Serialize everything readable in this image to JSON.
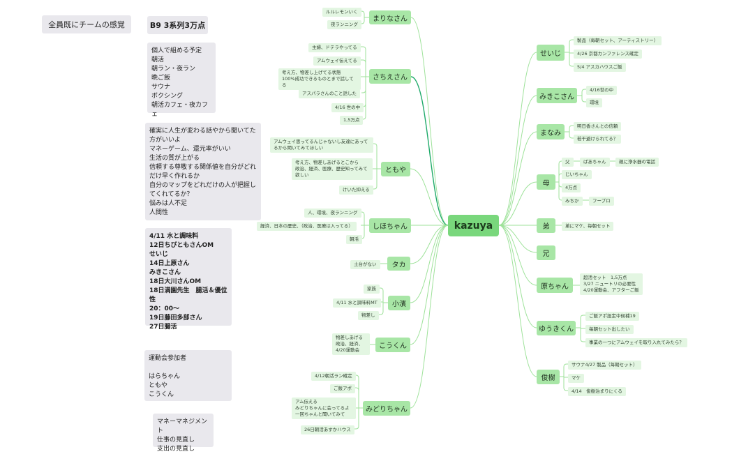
{
  "labels": {
    "title1": "全員既にチームの感覚",
    "title2": "B9 3系列3万点",
    "root": "kazuya"
  },
  "notes": [
    [
      "個人で組める予定",
      "朝活",
      "朝ラン・夜ラン",
      "晩ご飯",
      "サウナ",
      "ボクシング",
      "朝活カフェ・夜カフェ"
    ],
    [
      "確実に人生が変わる話やから聞いてた",
      "方がいいよ",
      "マネーゲーム、還元率がいい",
      "生活の質が上がる",
      "信頼する尊敬する関係値を自分がどれ",
      "だけ早く作れるか",
      "自分のマップをどれだけの人が把握し",
      "てくれてるか？",
      "悩みは人不足",
      "人間性"
    ],
    [
      "4/11 水と調味料",
      "12日ちびともさんOM",
      "せいじ",
      "14日上原さん",
      "みきこさん",
      "18日大川さんOM",
      "18日満園先生　腸活＆優位性",
      "20：00〜",
      "19日藤田多部さん",
      "27日腸活"
    ],
    [
      "運動会参加者",
      "",
      "はらちゃん",
      "ともや",
      "こうくん"
    ],
    [
      "マネーマネジメント",
      "仕事の見直し",
      "支出の見直し"
    ]
  ],
  "branches": [
    "まりなさん",
    "さちえさん",
    "ともや",
    "しほちゃん",
    "タカ",
    "小濱",
    "こうくん",
    "みどりちゃん",
    "せいじ",
    "みきこさん",
    "まなみ",
    "母",
    "弟",
    "兄",
    "原ちゃん",
    "ゆうきくん",
    "俊樹"
  ],
  "leaves": {
    "mariana": [
      "ルルレモンいく",
      "夜ランニング"
    ],
    "sachie": [
      "主婦、ドテラやってる",
      "アムウェイ伝えてる",
      "考え方、物差し上げてる状態\n100%成功できるものとまで話してる",
      "アスパラさんのこと話した",
      "4/16 世の中",
      "1,5万点"
    ],
    "tomoya": [
      "アムウェイ思ってるんじゃないし友達にあってるから聞いてみてほしい",
      "考え方、物差しあげるとこから\n政治、経済、医療、歴史知ってみて\n欲しい",
      "けいた抑える"
    ],
    "shiho": [
      "人、環境、夜ランニング",
      "経済、日本の歴史、（政治、医療は入ってる）",
      "朝活"
    ],
    "taka": [
      "土台がない"
    ],
    "kohama": [
      "家族",
      "4/11 水と調味料MT",
      "物差し"
    ],
    "kou": [
      "物差しあげる\n政治、経済、\n4/20運動会"
    ],
    "midori": [
      "4/12朝活ラン確定",
      "ご飯アポ",
      "アム伝える\nみどりちゃんに会ってるよ\n一回ちゃんと聞いてみて",
      "26日朝活あすかハウス"
    ],
    "seiji": [
      "製品（毎朝セット、アーティストリー）",
      "4/26 京都カンファレンス確定",
      "5/4 アスカハウスご飯"
    ],
    "mikiko": [
      "4/16世の中",
      "環境"
    ],
    "manami": [
      "明日香さんとの信頼",
      "若干避けられてる？"
    ],
    "haha": [
      "父",
      "ばあちゃん",
      "親に浄水器の電話",
      "じいちゃん",
      "4万点",
      "みちか",
      "フープロ"
    ],
    "otouto": [
      "弟にマケ、毎朝セット"
    ],
    "hara": [
      "超活セット　1,5万点\n3/27 ニュートリの必要性\n4/20運動会、アフターご飯"
    ],
    "yuuki": [
      "ご飯アポ設定中候補19",
      "毎朝セット出したい",
      "事業の一つにアムウェイを取り入れてみたら？"
    ],
    "toshiki": [
      "サウナ4/27 製品（毎朝セット）",
      "マケ",
      "4/14　俊樹泊まりにくる"
    ]
  },
  "colors": {
    "root": "#79d77c",
    "branch": "#a8e6a6",
    "leaf": "#e3f6e2",
    "link": "#9ee29a",
    "link_highlight": "#1faa6a",
    "note": "#e9e8ed"
  }
}
